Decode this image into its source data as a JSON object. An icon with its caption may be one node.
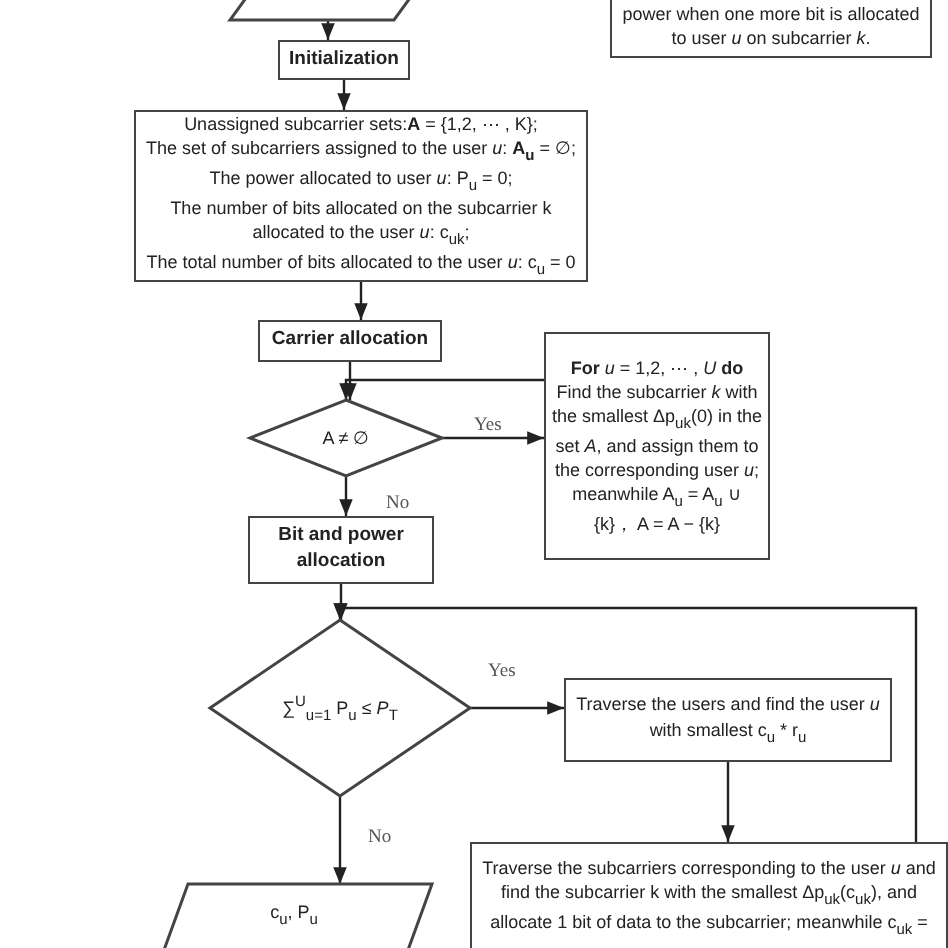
{
  "diagram": {
    "nodes": [
      {
        "text": [],
        "shape": "parallelogram"
      },
      {
        "text": [
          "power when one more bit is allocated to user *u* on subcarrier *k*."
        ]
      },
      {
        "text": [
          "Initialization"
        ]
      },
      {
        "text": [
          "Unassigned subcarrier sets:**A** = {1,2, ⋯ , K};",
          "The set of subcarriers assigned to the user *u*: **A$_{u}$** = ∅;",
          "The power allocated to user *u*: P$_{u}$ = 0;",
          "The number of bits allocated on the subcarrier k allocated to the user *u*: c$_{uk}$;",
          "The total number of bits allocated to the user *u*: c$_{u}$ = 0"
        ]
      },
      {
        "text": [
          "Carrier allocation"
        ]
      },
      {
        "text": [
          "A ≠ ∅"
        ]
      },
      {
        "text": [
          "**For** *u* = 1,2, ⋯ , *U* **do**",
          "Find the subcarrier *k* with the smallest Δp$_{uk}$(0) in the set *A*, and assign them to the corresponding user *u*; meanwhile A$_{u}$ = A$_{u}$ ∪ {k}， A = A − {k}"
        ]
      },
      {
        "text": [
          "Bit and power allocation"
        ]
      },
      {
        "text": [
          "∑$^{U}$$_{u=1}$ P$_{u}$ ≤ *P*$_{T}$"
        ]
      },
      {
        "text": [
          "Traverse the users and find the user *u* with smallest c$_{u}$ * r$_{u}$"
        ]
      },
      {
        "text": [
          "Traverse the subcarriers corresponding to the user *u* and find the subcarrier k with the smallest Δp$_{uk}$(c$_{uk}$), and allocate 1 bit of data to the subcarrier; meanwhile c$_{uk}$ ="
        ]
      },
      {
        "text": [
          "c$_{u}$, P$_{u}$"
        ]
      }
    ],
    "edges": [
      {
        "from": 0,
        "to": 2,
        "arrow": "to"
      },
      {
        "from": 2,
        "to": 3,
        "arrow": "to"
      },
      {
        "from": 3,
        "to": 4,
        "arrow": "to"
      },
      {
        "from": 4,
        "to": 5,
        "arrow": "to"
      },
      {
        "from": 5,
        "to": 6,
        "arrow": "to",
        "label": "Yes"
      },
      {
        "from": 6,
        "to": 5,
        "arrow": "to"
      },
      {
        "from": 5,
        "to": 7,
        "arrow": "to",
        "label": "No"
      },
      {
        "from": 7,
        "to": 8,
        "arrow": "to"
      },
      {
        "from": 8,
        "to": 9,
        "arrow": "to",
        "label": "Yes"
      },
      {
        "from": 9,
        "to": 10,
        "arrow": "to"
      },
      {
        "from": 8,
        "to": 11,
        "arrow": "to",
        "label": "No"
      },
      {
        "from": 10,
        "to": 8,
        "arrow": "to"
      }
    ]
  }
}
